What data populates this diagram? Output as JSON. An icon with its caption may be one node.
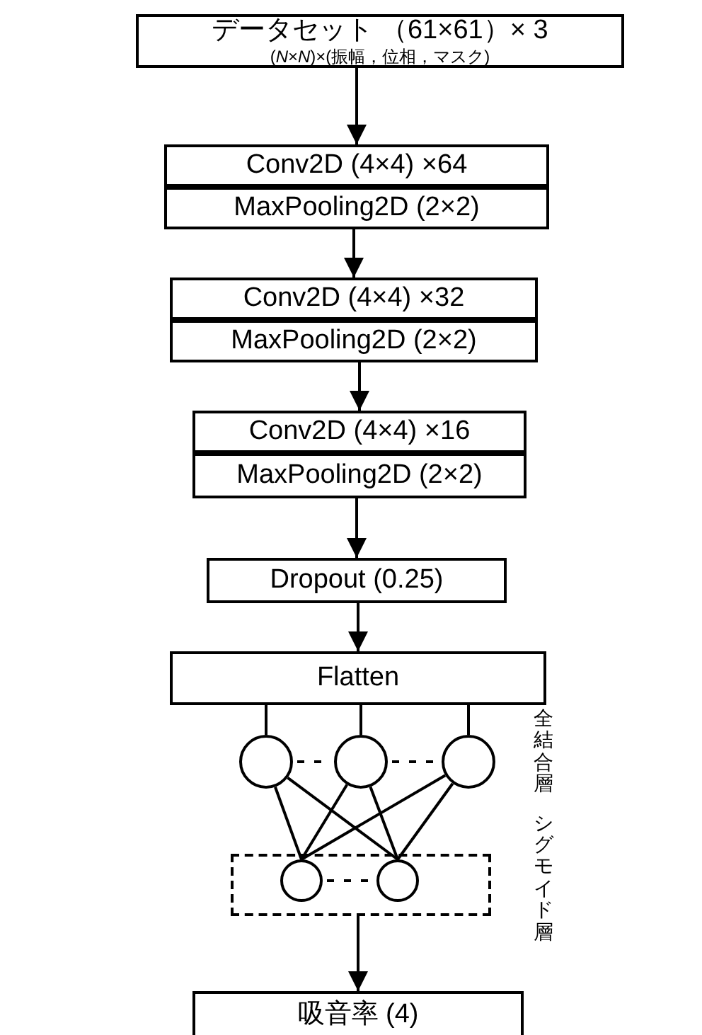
{
  "diagram": {
    "nodes": [
      {
        "text": [
          "データセット （61×61）× 3",
          "(*N*×*N*)×(振幅，位相，マスク)"
        ]
      },
      {
        "text": [
          "Conv2D (4×4) ×64"
        ]
      },
      {
        "text": [
          "MaxPooling2D (2×2)"
        ]
      },
      {
        "text": [
          "Conv2D (4×4) ×32"
        ]
      },
      {
        "text": [
          "MaxPooling2D (2×2)"
        ]
      },
      {
        "text": [
          "Conv2D (4×4) ×16"
        ]
      },
      {
        "text": [
          "MaxPooling2D (2×2)"
        ]
      },
      {
        "text": [
          "Dropout (0.25)"
        ]
      },
      {
        "text": [
          "Flatten"
        ]
      },
      {
        "text": [],
        "shape": "circle"
      },
      {
        "text": [],
        "shape": "circle"
      },
      {
        "text": [],
        "shape": "circle"
      },
      {
        "text": [],
        "shape": "box"
      },
      {
        "text": [],
        "shape": "circle",
        "in": 12
      },
      {
        "text": [],
        "shape": "circle",
        "in": 12
      },
      {
        "text": [
          "吸音率 (4)"
        ]
      }
    ],
    "edges": [
      {
        "from": 0,
        "to": 1,
        "arrow": "to"
      },
      {
        "from": 2,
        "to": 3,
        "arrow": "to"
      },
      {
        "from": 4,
        "to": 5,
        "arrow": "to"
      },
      {
        "from": 6,
        "to": 7,
        "arrow": "to"
      },
      {
        "from": 7,
        "to": 8,
        "arrow": "to"
      },
      {
        "from": 8,
        "to": 9,
        "arrow": "none"
      },
      {
        "from": 8,
        "to": 10,
        "arrow": "none"
      },
      {
        "from": 8,
        "to": 11,
        "arrow": "none"
      },
      {
        "from": 9,
        "to": 13,
        "arrow": "none"
      },
      {
        "from": 9,
        "to": 14,
        "arrow": "none"
      },
      {
        "from": 10,
        "to": 13,
        "arrow": "none"
      },
      {
        "from": 10,
        "to": 14,
        "arrow": "none"
      },
      {
        "from": 11,
        "to": 13,
        "arrow": "none"
      },
      {
        "from": 11,
        "to": 14,
        "arrow": "none"
      },
      {
        "from": 12,
        "to": 15,
        "arrow": "to"
      },
      {
        "from": 9,
        "to": 10,
        "arrow": "none",
        "style": "dashed"
      },
      {
        "from": 10,
        "to": 11,
        "arrow": "none",
        "style": "dashed"
      },
      {
        "from": 13,
        "to": 14,
        "arrow": "none",
        "style": "dashed"
      }
    ],
    "labels": [
      "全結合層",
      "シグモイド層"
    ]
  }
}
